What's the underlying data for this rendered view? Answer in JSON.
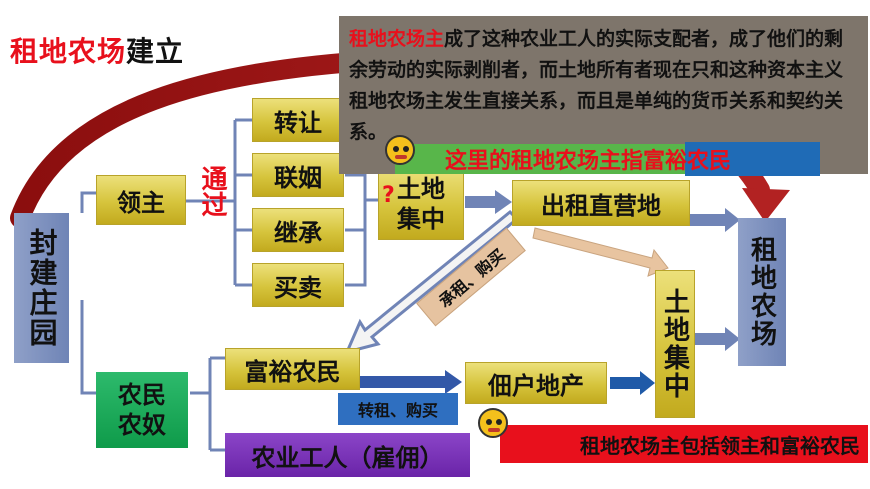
{
  "title": {
    "part1": "租地农场",
    "part2": "建立"
  },
  "quote": {
    "highlight": "租地农场主",
    "text": "成了这种农业工人的实际支配者，成了他们的剩余劳动的实际剥削者，而土地所有者现在只和这种资本主义租地农场主发生直接关系，而且是单纯的货币关系和契约关系。"
  },
  "nodes": {
    "manor": "封建庄园",
    "lord": "领主",
    "via": "通过",
    "transfer": "转让",
    "marriage": "联姻",
    "inherit": "继承",
    "trade": "买卖",
    "land_concentration_1": "土地集中",
    "lease_demesne": "出租直营地",
    "rent_buy_arrow": "承租、购买",
    "farm": "租地农场",
    "peasant": "农民农奴",
    "rich_peasant": "富裕农民",
    "sublet_label": "转租、购买",
    "tenant_land": "佃户地产",
    "land_concentration_2": "土地集中",
    "worker": "农业工人（雇佣）"
  },
  "callouts": {
    "question": "?",
    "top_red": "这里的租地农场主指",
    "top_blue": "富裕农民",
    "bottom": "租地农场主包括领主和富裕农民"
  },
  "colors": {
    "accent_red": "#e8101c",
    "olive": "#d6c43c",
    "blue": "#7084b6",
    "green": "#11a34f",
    "purple": "#7b35b8"
  }
}
